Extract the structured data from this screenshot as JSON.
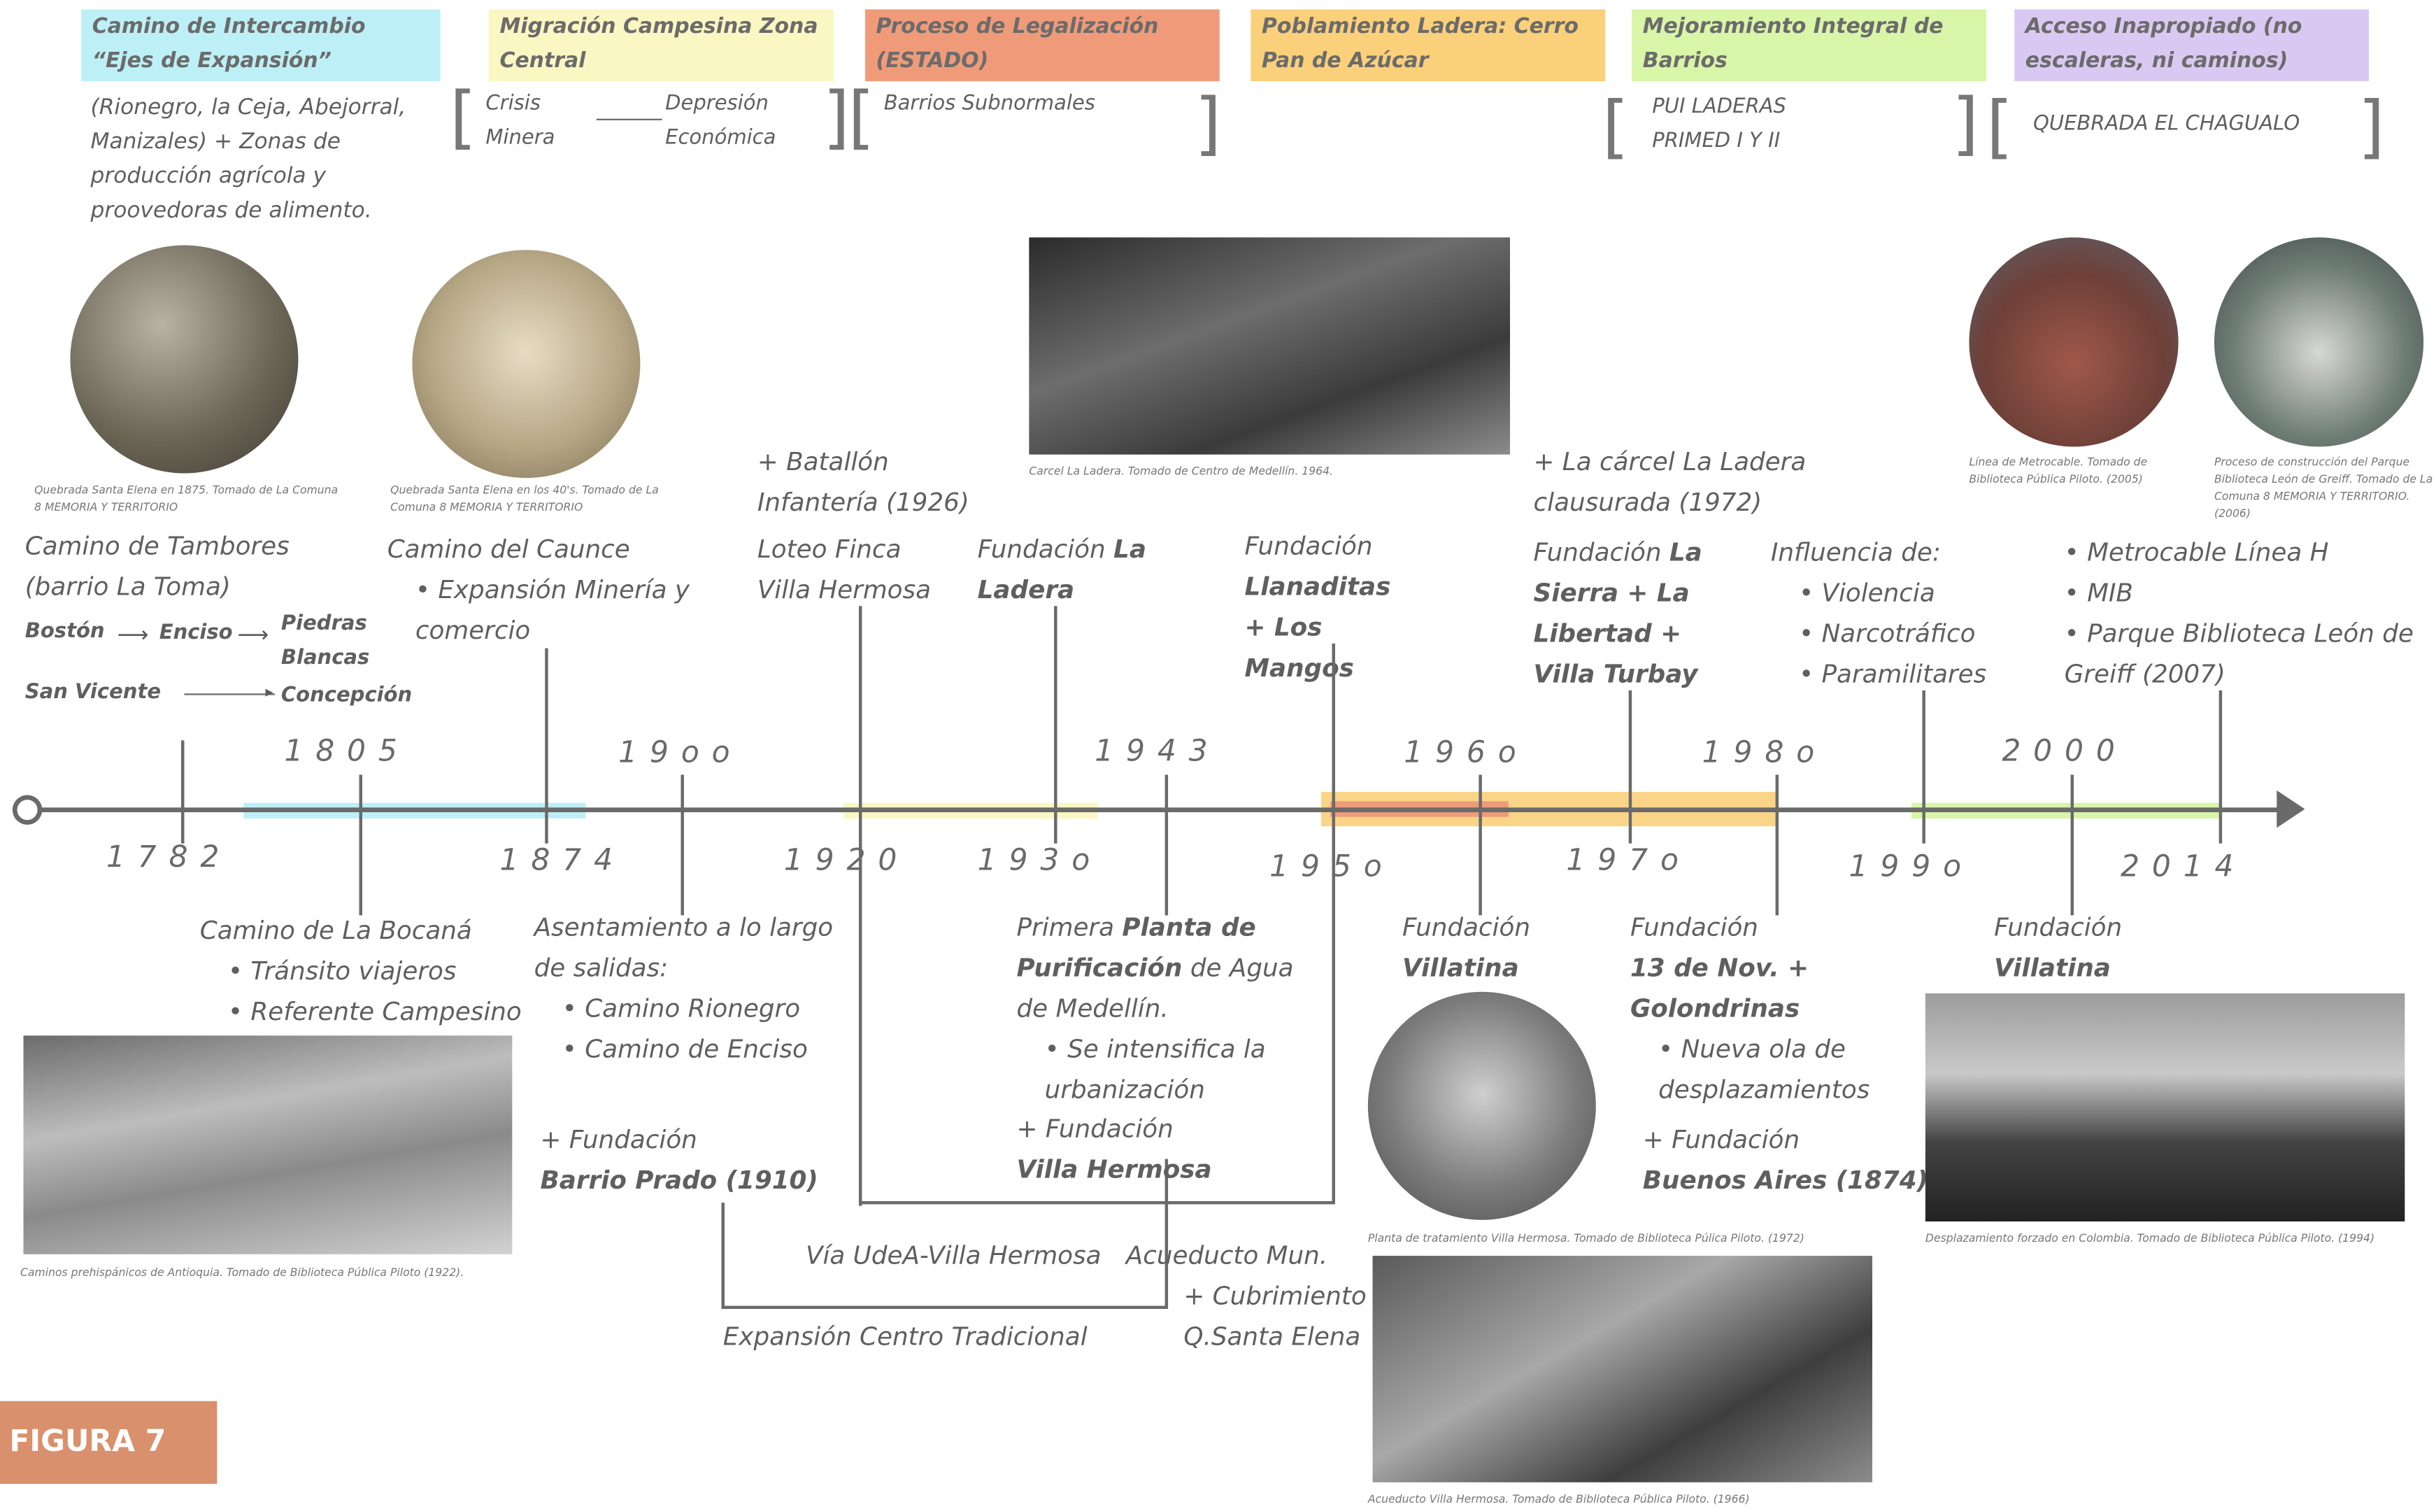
{
  "header_boxes": [
    {
      "label": "Camino de Intercambio “Ejes de Expansión”",
      "color": "#bdf0f6"
    },
    {
      "label": "Migración Campesina Zona Central",
      "color": "#fbf7c3"
    },
    {
      "label": "Proceso de Legalización (ESTADO)",
      "color": "#ef9b7a"
    },
    {
      "label": "Poblamiento Ladera: Cerro Pan de Azúcar",
      "color": "#fbd07a"
    },
    {
      "label": "Mejoramiento Integral de Barrios",
      "color": "#d8f5a8"
    },
    {
      "label": "Acceso Inapropiado (no escaleras, ni caminos)",
      "color": "#d9c9f2"
    }
  ],
  "header_notes": {
    "exchange": "(Rionegro, la Ceja, Abejorral, Manizales) + Zonas de producción agrícola y proovedoras de alimento.",
    "crisis": "Crisis Minera",
    "depression": "Depresión Económica",
    "subnormal": "Barrios Subnormales",
    "pui": "PUI LADERAS",
    "primed": "PRIMED I Y II",
    "quebrada": "QUEBRADA EL CHAGUALO"
  },
  "captions": {
    "photo1": "Quebrada Santa Elena en 1875. Tomado de La Comuna 8 MEMORIA Y TERRITORIO",
    "photo2": "Quebrada Santa Elena en los 40's. Tomado de La Comuna 8 MEMORIA Y TERRITORIO",
    "photo3": "Carcel La Ladera. Tomado de Centro de Medellín. 1964.",
    "photo4": "Línea de Metrocable. Tomado de Biblioteca Pública Piloto. (2005)",
    "photo5": "Proceso de construcción del Parque Biblioteca León de Greiff. Tomado de La Comuna 8 MEMORIA Y TERRITORIO. (2006)",
    "photo6": "Caminos prehispánicos de Antioquia. Tomado de Biblioteca Pública Piloto (1922).",
    "photo7": "Planta de tratamiento Villa Hermosa. Tomado de Biblioteca Púlica Piloto. (1972)",
    "photo8": "Desplazamiento forzado en Colombia. Tomado de Biblioteca Pública Piloto. (1994)",
    "photo9": "Acueducto Villa Hermosa. Tomado de Biblioteca Pública Piloto. (1966)"
  },
  "years_top": [
    "1805",
    "19oo",
    "1943",
    "196o",
    "198o",
    "2000"
  ],
  "years_bottom": [
    "1782",
    "1874",
    "1920",
    "193o",
    "195o",
    "197o",
    "199o",
    "2014"
  ],
  "events_top": {
    "tambores": "Camino de Tambores (barrio La Toma)",
    "boston": "Bostón",
    "enciso": "Enciso",
    "piedras": "Piedras Blancas",
    "sanvicente": "San Vicente",
    "concepcion": "Concepción",
    "caunce_title": "Camino del Caunce",
    "caunce_item": "Expansión Minería y comercio",
    "batallon": "+ Batallón Infantería (1926)",
    "loteo": "Loteo Finca Villa Hermosa",
    "fund_prefix": "Fundación",
    "ladera": "La Ladera",
    "llanaditas": "Llanaditas + Los Mangos",
    "carcel": "+ La cárcel La Ladera clausurada (1972)",
    "sierra": "La Sierra + La Libertad + Villa Turbay",
    "influencia": "Influencia de:",
    "influencia_items": [
      "Violencia",
      "Narcotráfico",
      "Paramilitares"
    ],
    "metro_items": [
      "Metrocable Línea H",
      "MIB",
      "Parque Biblioteca León de Greiff (2007)"
    ]
  },
  "events_bottom": {
    "bocana": "Camino de La Bocaná",
    "bocana_items": [
      "Tránsito viajeros",
      "Referente Campesino"
    ],
    "asentamiento": "Asentamiento a lo largo de salidas:",
    "asentamiento_items": [
      "Camino Rionegro",
      "Camino de Enciso"
    ],
    "prado_prefix": "+ Fundación",
    "prado": "Barrio Prado (1910)",
    "primera": "Primera",
    "planta": "Planta de Purificación",
    "planta_rest": "de Agua de Medellín.",
    "planta_item": "Se intensifica la urbanización",
    "villahermosa_prefix": "+ Fundación",
    "villahermosa": "Villa Hermosa",
    "via": "Vía UdeA-Villa Hermosa",
    "acueducto": "Acueducto Mun.",
    "cubrimiento": "+ Cubrimiento Q.Santa Elena",
    "expansion": "Expansión Centro Tradicional",
    "villatina1_prefix": "Fundación",
    "villatina1": "Villatina",
    "nov_prefix": "Fundación",
    "nov": "13 de Nov. + Golondrinas",
    "nov_item": "Nueva ola de desplazamientos",
    "buenos_prefix": "+ Fundación",
    "buenos": "Buenos Aires (1874)",
    "villatina2_prefix": "Fundación",
    "villatina2": "Villatina"
  },
  "figure_label": "FIGURA 7"
}
